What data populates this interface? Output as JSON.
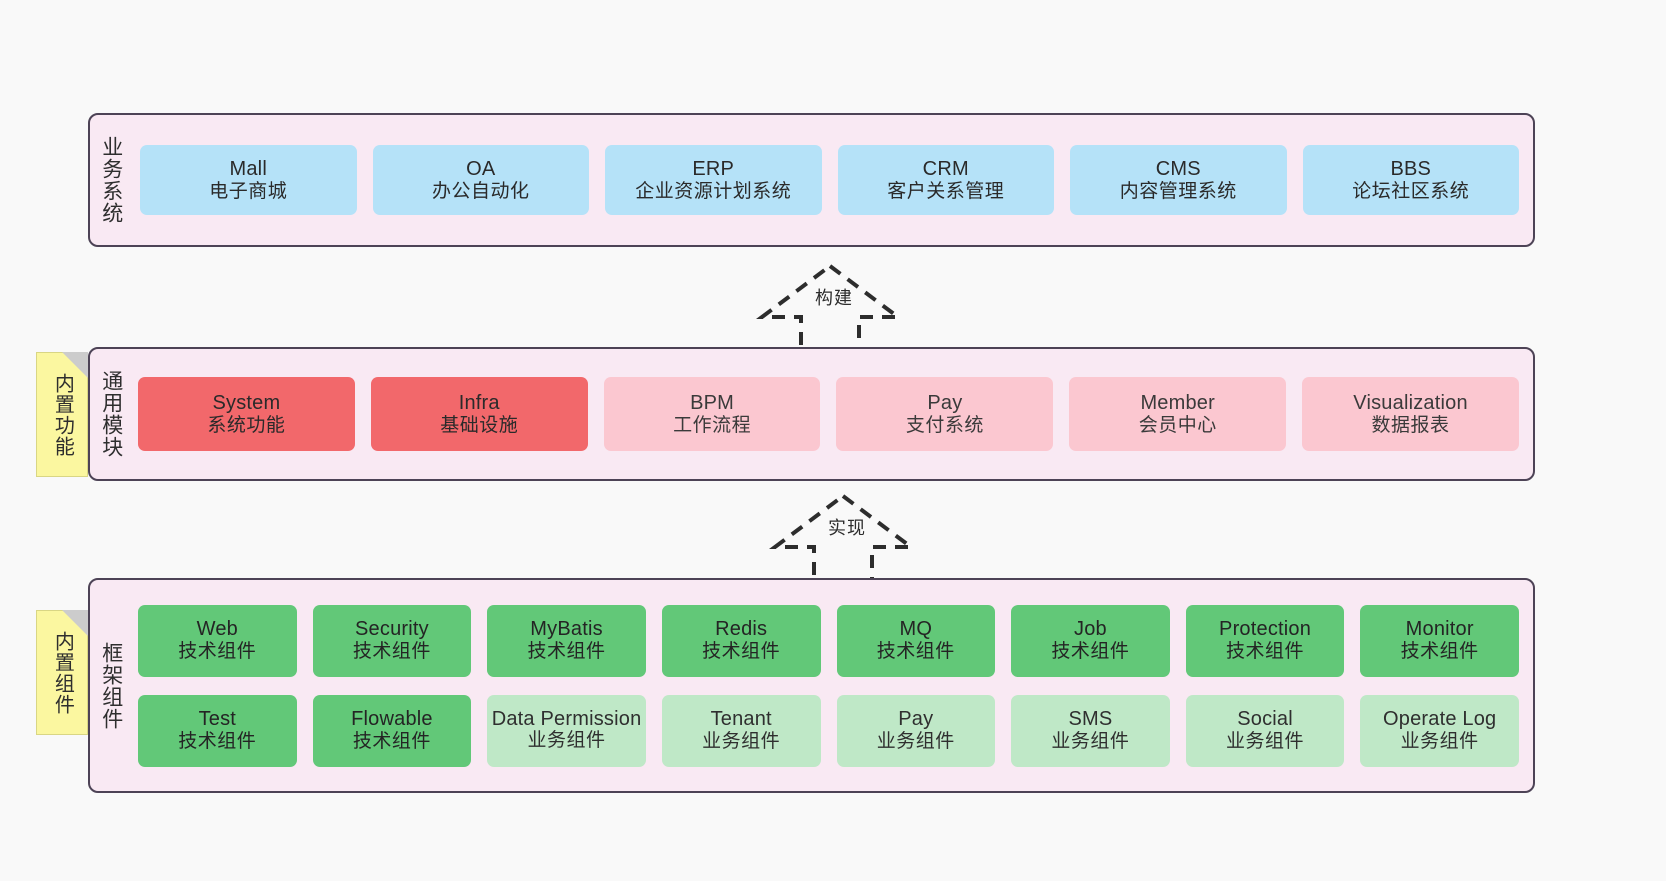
{
  "diagram": {
    "background_color": "#f9f9f9",
    "layer_border_color": "#4d4356",
    "layer_fill_color": "#f9e9f3",
    "note_color": "#fbf7a0"
  },
  "layers": [
    {
      "id": "business",
      "title": "业务系统",
      "accent": "#b5e2f8",
      "rows": [
        [
          {
            "en": "Mall",
            "cn": "电子商城",
            "style": "c-blue"
          },
          {
            "en": "OA",
            "cn": "办公自动化",
            "style": "c-blue"
          },
          {
            "en": "ERP",
            "cn": "企业资源计划系统",
            "style": "c-blue"
          },
          {
            "en": "CRM",
            "cn": "客户关系管理",
            "style": "c-blue"
          },
          {
            "en": "CMS",
            "cn": "内容管理系统",
            "style": "c-blue"
          },
          {
            "en": "BBS",
            "cn": "论坛社区系统",
            "style": "c-blue"
          }
        ]
      ]
    },
    {
      "id": "modules",
      "title": "通用模块",
      "note": "内置功能",
      "accent": "#f2686b",
      "rows": [
        [
          {
            "en": "System",
            "cn": "系统功能",
            "style": "c-red"
          },
          {
            "en": "Infra",
            "cn": "基础设施",
            "style": "c-red"
          },
          {
            "en": "BPM",
            "cn": "工作流程",
            "style": "c-pink"
          },
          {
            "en": "Pay",
            "cn": "支付系统",
            "style": "c-pink"
          },
          {
            "en": "Member",
            "cn": "会员中心",
            "style": "c-pink"
          },
          {
            "en": "Visualization",
            "cn": "数据报表",
            "style": "c-pink"
          }
        ]
      ]
    },
    {
      "id": "framework",
      "title": "框架组件",
      "note": "内置组件",
      "accent": "#62c878",
      "rows": [
        [
          {
            "en": "Web",
            "cn": "技术组件",
            "style": "c-green"
          },
          {
            "en": "Security",
            "cn": "技术组件",
            "style": "c-green"
          },
          {
            "en": "MyBatis",
            "cn": "技术组件",
            "style": "c-green"
          },
          {
            "en": "Redis",
            "cn": "技术组件",
            "style": "c-green"
          },
          {
            "en": "MQ",
            "cn": "技术组件",
            "style": "c-green"
          },
          {
            "en": "Job",
            "cn": "技术组件",
            "style": "c-green"
          },
          {
            "en": "Protection",
            "cn": "技术组件",
            "style": "c-green"
          },
          {
            "en": "Monitor",
            "cn": "技术组件",
            "style": "c-green"
          }
        ],
        [
          {
            "en": "Test",
            "cn": "技术组件",
            "style": "c-green"
          },
          {
            "en": "Flowable",
            "cn": "技术组件",
            "style": "c-green"
          },
          {
            "en": "Data Permission",
            "cn": "业务组件",
            "style": "c-green-light"
          },
          {
            "en": "Tenant",
            "cn": "业务组件",
            "style": "c-green-light"
          },
          {
            "en": "Pay",
            "cn": "业务组件",
            "style": "c-green-light"
          },
          {
            "en": "SMS",
            "cn": "业务组件",
            "style": "c-green-light"
          },
          {
            "en": "Social",
            "cn": "业务组件",
            "style": "c-green-light"
          },
          {
            "en": "Operate Log",
            "cn": "业务组件",
            "style": "c-green-light"
          }
        ]
      ]
    }
  ],
  "arrows": [
    {
      "id": "build",
      "label": "构建"
    },
    {
      "id": "realize",
      "label": "实现"
    }
  ]
}
